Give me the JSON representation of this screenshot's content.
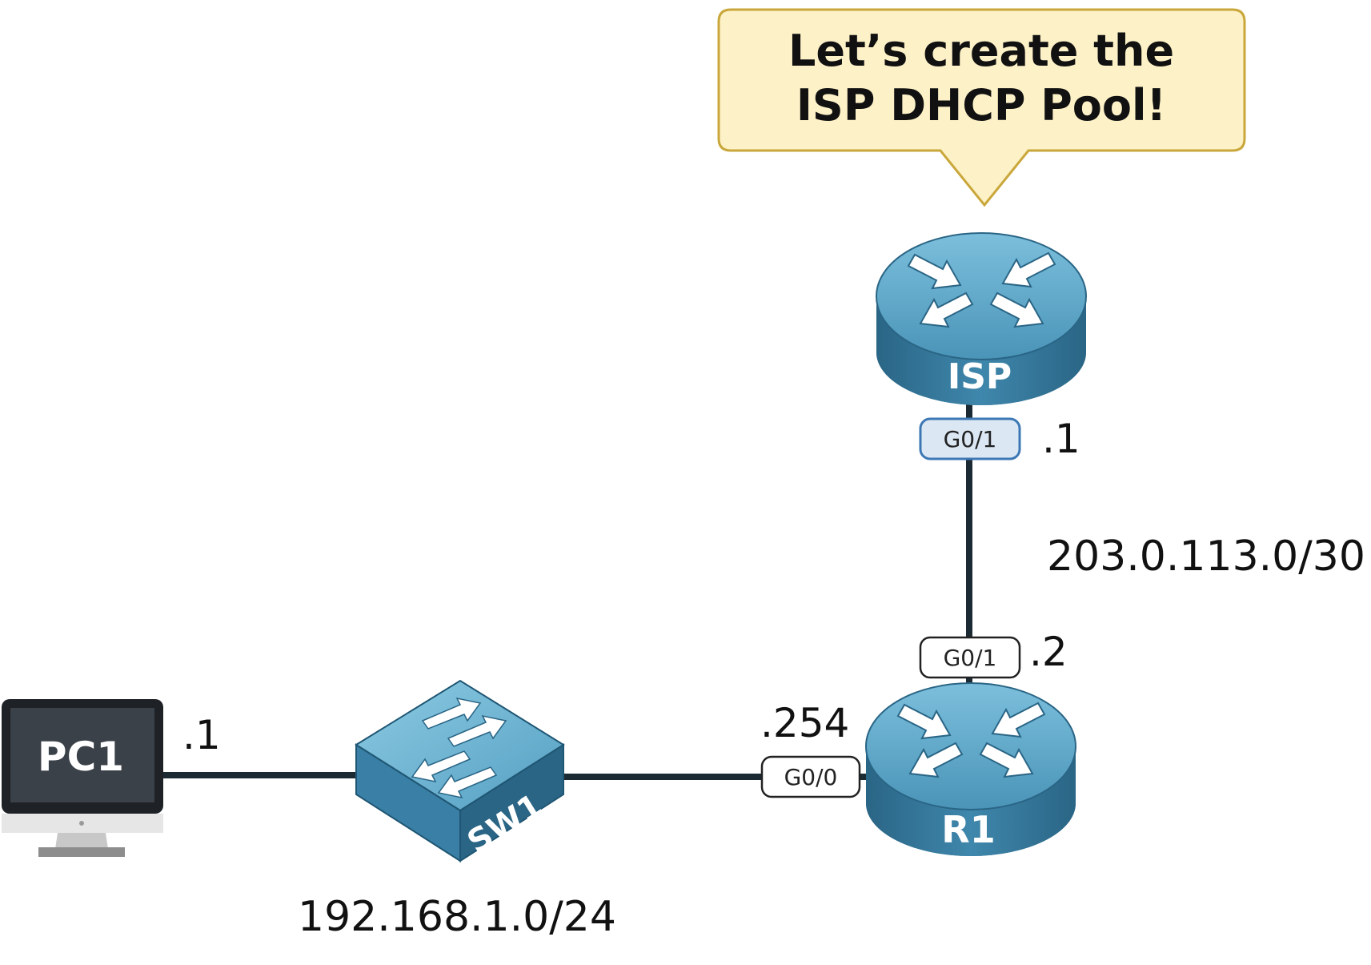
{
  "callout": {
    "line1": "Let’s create the",
    "line2": "ISP DHCP Pool!"
  },
  "devices": {
    "isp": {
      "label": "ISP",
      "type": "router"
    },
    "r1": {
      "label": "R1",
      "type": "router"
    },
    "sw1": {
      "label": "SW1",
      "type": "switch"
    },
    "pc1": {
      "label": "PC1",
      "type": "pc"
    }
  },
  "interfaces": {
    "isp_g01": "G0/1",
    "r1_g01": "G0/1",
    "r1_g00": "G0/0"
  },
  "addresses": {
    "isp_host": ".1",
    "r1_wan_host": ".2",
    "r1_lan_host": ".254",
    "pc1_host": ".1"
  },
  "networks": {
    "wan": "203.0.113.0/30",
    "lan": "192.168.1.0/24"
  },
  "colors": {
    "callout_fill": "#fdf1c7",
    "callout_border": "#c9a73a",
    "device_blue": "#4a94b8",
    "device_dark": "#2a6585",
    "link": "#1c2b33",
    "iface_highlight_fill": "#dbe8f4",
    "iface_highlight_border": "#3d78b5"
  }
}
